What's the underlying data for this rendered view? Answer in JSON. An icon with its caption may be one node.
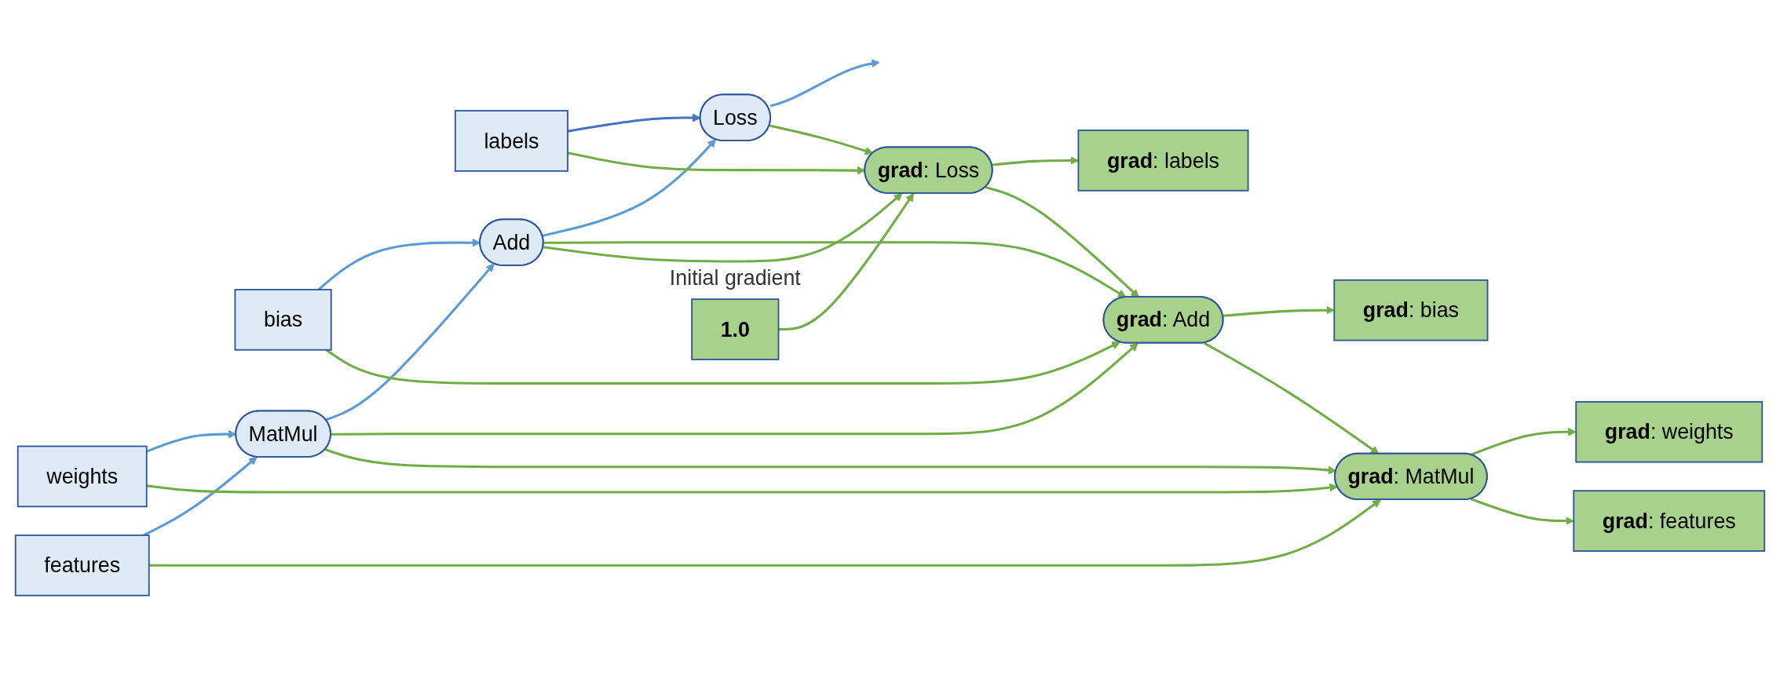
{
  "diagram": {
    "nodes": [
      {
        "text": [
          "labels"
        ]
      },
      {
        "text": [
          "bias"
        ]
      },
      {
        "text": [
          "weights"
        ]
      },
      {
        "text": [
          "features"
        ]
      },
      {
        "text": [
          "MatMul"
        ]
      },
      {
        "text": [
          "Add"
        ]
      },
      {
        "text": [
          "Loss"
        ]
      },
      {
        "text": [
          "**grad**: labels"
        ]
      },
      {
        "text": [
          "**grad**: bias"
        ]
      },
      {
        "text": [
          "**grad**: weights"
        ]
      },
      {
        "text": [
          "**grad**: features"
        ]
      },
      {
        "text": [
          "**grad**: MatMul"
        ]
      },
      {
        "text": [
          "**grad**: Add"
        ]
      },
      {
        "text": [
          "**grad**: Loss"
        ]
      },
      {
        "text": [
          "**1.0**"
        ],
        "beside": [
          "Initial gradient"
        ]
      }
    ],
    "edges": [
      {
        "from": 0,
        "to": 6,
        "arrow": "to",
        "color": "#4472c4"
      },
      {
        "from": 1,
        "to": 5,
        "arrow": "to",
        "color": "#5b9bd5"
      },
      {
        "from": 2,
        "to": 4,
        "arrow": "to",
        "color": "#5b9bd5"
      },
      {
        "from": 3,
        "to": 4,
        "arrow": "to",
        "color": "#5b9bd5"
      },
      {
        "from": 4,
        "to": 5,
        "arrow": "to",
        "color": "#5b9bd5"
      },
      {
        "from": 5,
        "to": 6,
        "arrow": "to",
        "color": "#5b9bd5"
      },
      {
        "from": 6,
        "to": null,
        "arrow": "to",
        "color": "#5b9bd5"
      },
      {
        "from": 0,
        "to": 13,
        "arrow": "to"
      },
      {
        "from": 1,
        "to": 12,
        "arrow": "to"
      },
      {
        "from": 2,
        "to": 11,
        "arrow": "to"
      },
      {
        "from": 3,
        "to": 11,
        "arrow": "to"
      },
      {
        "from": 4,
        "to": 12,
        "arrow": "to"
      },
      {
        "from": 4,
        "to": 11,
        "arrow": "to"
      },
      {
        "from": 5,
        "to": 12,
        "arrow": "to"
      },
      {
        "from": 5,
        "to": 13,
        "arrow": "to"
      },
      {
        "from": 6,
        "to": 13,
        "arrow": "to"
      },
      {
        "from": 14,
        "to": 13,
        "arrow": "to"
      },
      {
        "from": 13,
        "to": 7,
        "arrow": "to"
      },
      {
        "from": 13,
        "to": 12,
        "arrow": "to"
      },
      {
        "from": 12,
        "to": 8,
        "arrow": "to"
      },
      {
        "from": 12,
        "to": 11,
        "arrow": "to"
      },
      {
        "from": 11,
        "to": 9,
        "arrow": "to"
      },
      {
        "from": 11,
        "to": 10,
        "arrow": "to"
      }
    ]
  }
}
